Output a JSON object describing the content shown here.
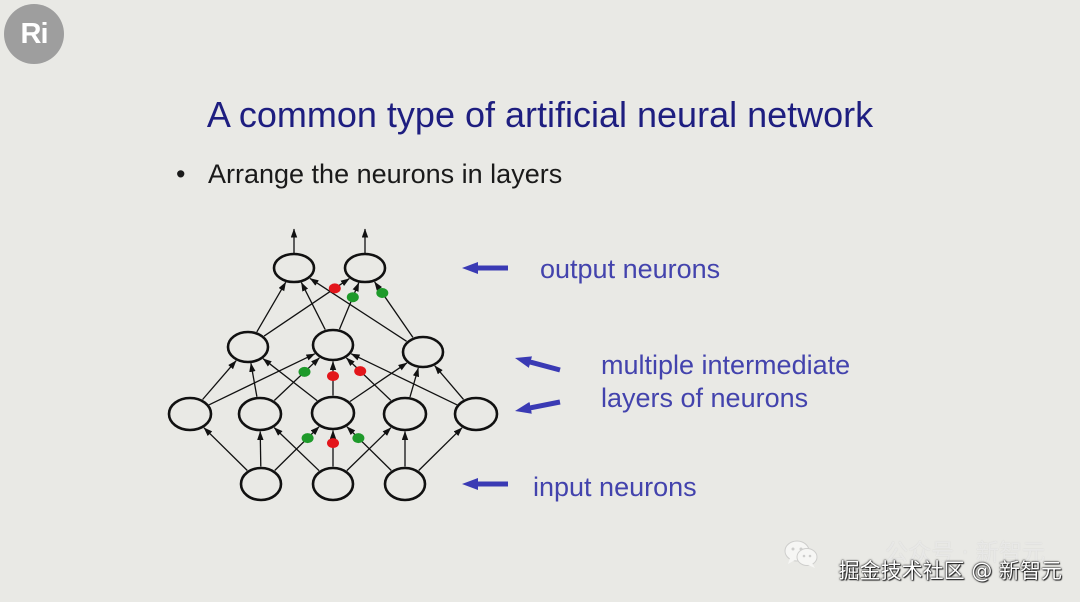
{
  "logo": {
    "text": "Ri"
  },
  "slide": {
    "title": "A common type of artificial neural network",
    "bullets": [
      {
        "marker": "•",
        "text": "Arrange the neurons in layers"
      }
    ]
  },
  "diagram": {
    "labels": {
      "output": "output neurons",
      "intermediate": [
        "multiple intermediate",
        "layers of neurons"
      ],
      "input": "input neurons"
    }
  },
  "watermark": {
    "icon": "wechat-icon",
    "line1": "公众号 · 新智元",
    "line2": "掘金技术社区 @ 新智元"
  },
  "colors": {
    "background": "#e9e9e5",
    "title": "#1e1e80",
    "body_text": "#1a1a1a",
    "label_text": "#4343ad",
    "pointer_arrow": "#3a3ab4",
    "neuron_stroke": "#111111",
    "weight_red": "#e3161b",
    "weight_green": "#1e9a2a",
    "logo_circle": "#9e9e9e"
  }
}
